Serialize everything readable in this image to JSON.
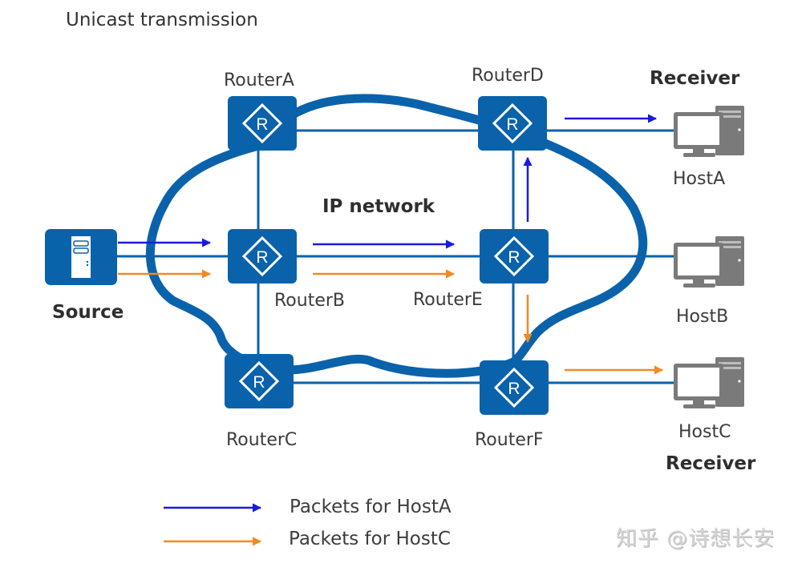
{
  "title": "Unicast transmission",
  "network_label": "IP network",
  "colors": {
    "device_blue": "#0a62ab",
    "link_blue": "#0a62ab",
    "host_gray": "#7a7a7a",
    "arrow_hostA": "#1a1adf",
    "arrow_hostC": "#f08a24"
  },
  "source": {
    "label": "Source",
    "icon": "server-icon"
  },
  "routers": [
    {
      "id": "A",
      "label": "RouterA",
      "icon": "router-icon",
      "glyph": "R"
    },
    {
      "id": "B",
      "label": "RouterB",
      "icon": "router-icon",
      "glyph": "R"
    },
    {
      "id": "C",
      "label": "RouterC",
      "icon": "router-icon",
      "glyph": "R"
    },
    {
      "id": "D",
      "label": "RouterD",
      "icon": "router-icon",
      "glyph": "R"
    },
    {
      "id": "E",
      "label": "RouterE",
      "icon": "router-icon",
      "glyph": "R"
    },
    {
      "id": "F",
      "label": "RouterF",
      "icon": "router-icon",
      "glyph": "R"
    }
  ],
  "hosts": [
    {
      "id": "A",
      "label": "HostA",
      "role": "Receiver",
      "icon": "computer-icon"
    },
    {
      "id": "B",
      "label": "HostB",
      "role": "",
      "icon": "computer-icon"
    },
    {
      "id": "C",
      "label": "HostC",
      "role": "Receiver",
      "icon": "computer-icon"
    }
  ],
  "links": [
    [
      "Source",
      "RouterB"
    ],
    [
      "RouterA",
      "RouterB"
    ],
    [
      "RouterB",
      "RouterC"
    ],
    [
      "RouterA",
      "RouterD"
    ],
    [
      "RouterB",
      "RouterE"
    ],
    [
      "RouterC",
      "RouterF"
    ],
    [
      "RouterD",
      "RouterE"
    ],
    [
      "RouterE",
      "RouterF"
    ],
    [
      "RouterD",
      "HostA"
    ],
    [
      "RouterE",
      "HostB"
    ],
    [
      "RouterF",
      "HostC"
    ]
  ],
  "flows": {
    "hostA_path": [
      "Source",
      "RouterB",
      "RouterE",
      "RouterD",
      "HostA"
    ],
    "hostC_path": [
      "Source",
      "RouterB",
      "RouterE",
      "RouterF",
      "HostC"
    ]
  },
  "legend": [
    {
      "label": "Packets for HostA",
      "color": "#1a1adf"
    },
    {
      "label": "Packets for HostC",
      "color": "#f08a24"
    }
  ],
  "watermark": "知乎 @诗想长安"
}
